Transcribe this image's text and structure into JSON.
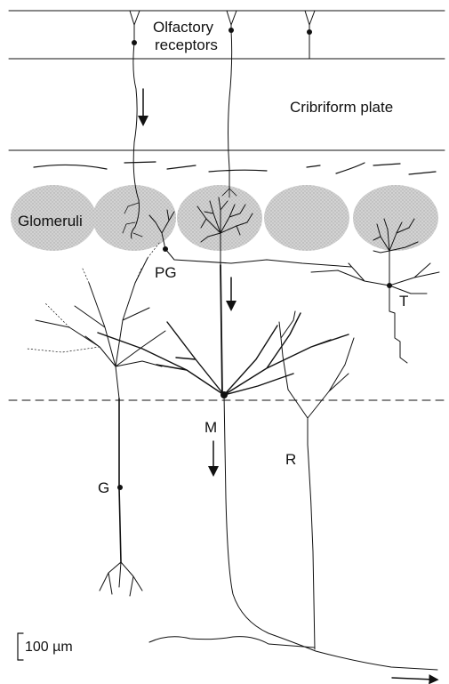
{
  "labels": {
    "olfactory_line1": "Olfactory",
    "olfactory_line2": "receptors",
    "cribriform": "Cribriform plate",
    "glomeruli": "Glomeruli",
    "pg": "PG",
    "t": "T",
    "m": "M",
    "g": "G",
    "r": "R",
    "scale": "100 µm"
  },
  "colors": {
    "ink": "#111111",
    "glomerulus_fill": "#c8c8c8"
  }
}
